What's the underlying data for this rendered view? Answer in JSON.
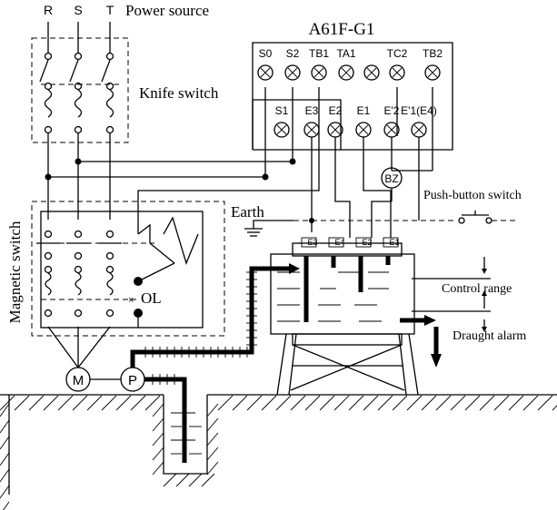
{
  "phases": [
    "R",
    "S",
    "T"
  ],
  "power_source": "Power source",
  "knife_switch": "Knife switch",
  "magnetic_switch": "Magnetic switch",
  "controller": "A61F-G1",
  "terminals_top": [
    "S0",
    "S2",
    "TB1",
    "TA1",
    "",
    "TC2",
    "TB2"
  ],
  "terminals_bottom": [
    "S1",
    "E3",
    "E2",
    "E1",
    "E'2",
    "E'1(E4)"
  ],
  "buzzer": "BZ",
  "earth": "Earth",
  "push_button": "Push-button switch",
  "overload": "OL",
  "motor": "M",
  "pump": "P",
  "electrodes": [
    "E3",
    "E4",
    "E2",
    "E1"
  ],
  "control_range": "Control range",
  "draught_alarm": "Draught alarm"
}
